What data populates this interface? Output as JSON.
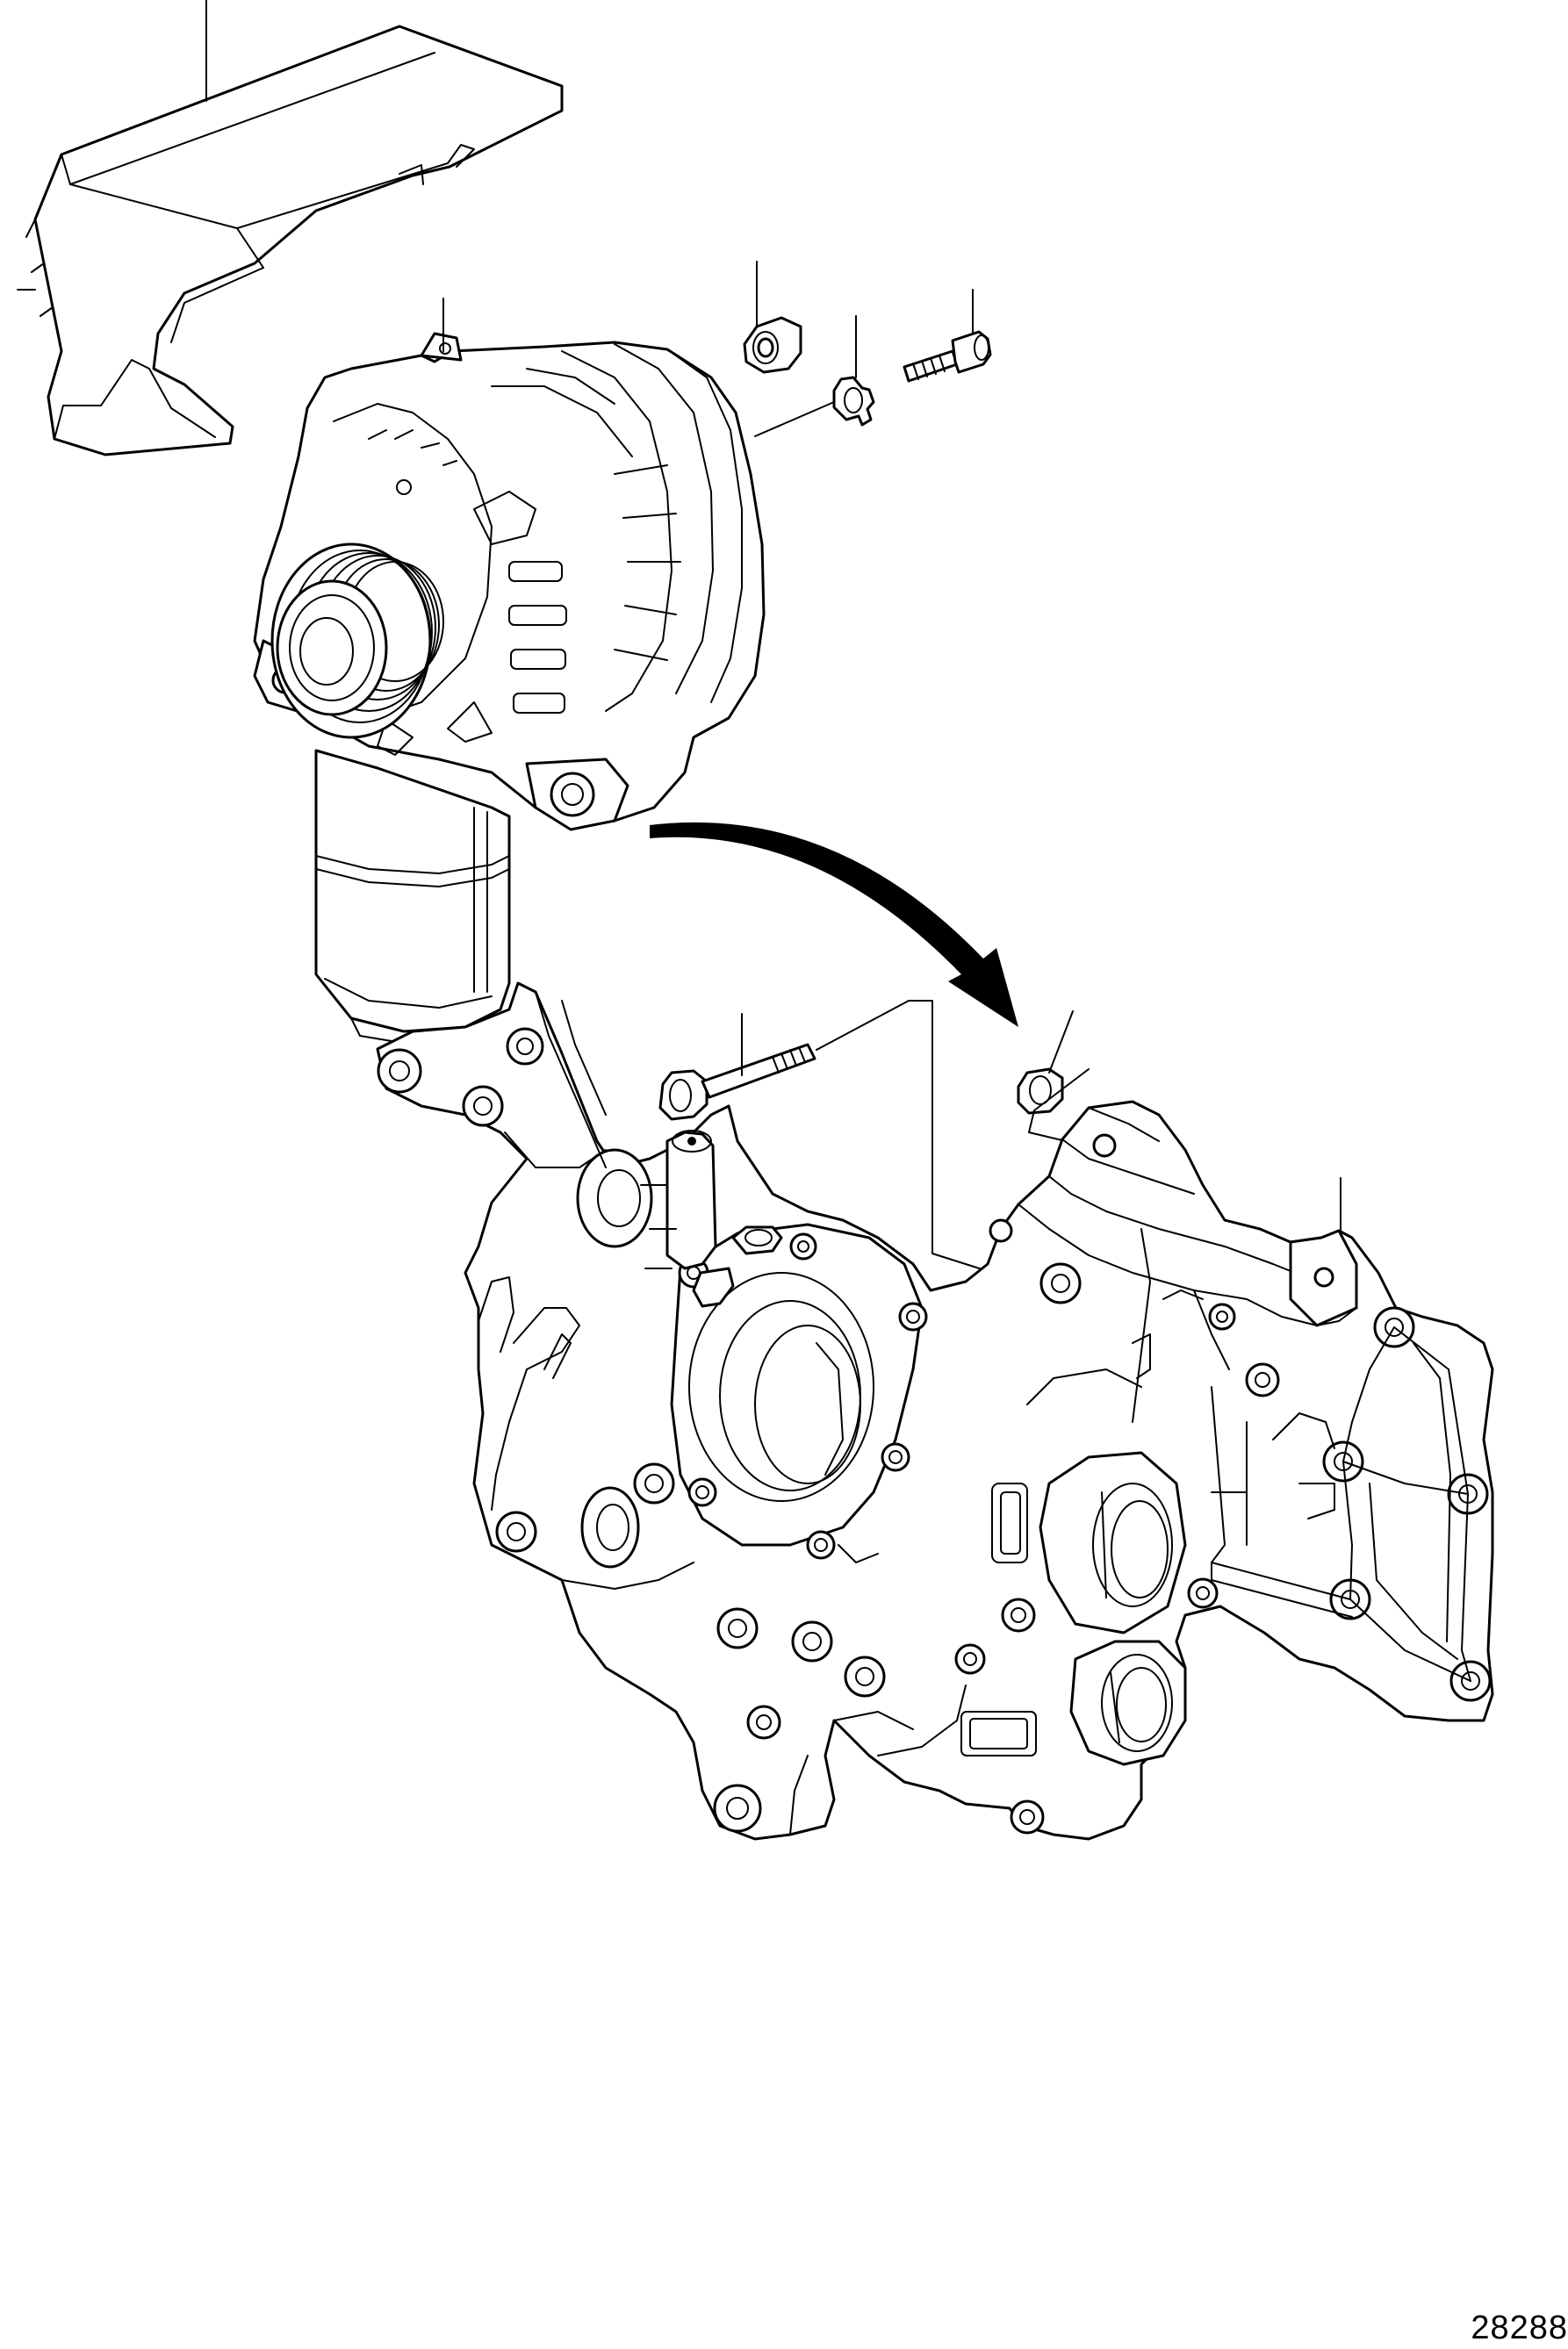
{
  "figure": {
    "number": "28288"
  },
  "parts": [
    {
      "id": "heat-shield",
      "icon": "heat-shield-icon"
    },
    {
      "id": "alternator",
      "icon": "alternator-icon"
    },
    {
      "id": "flange-nut",
      "icon": "nut-icon"
    },
    {
      "id": "lock-washer",
      "icon": "washer-icon"
    },
    {
      "id": "screw",
      "icon": "screw-icon"
    },
    {
      "id": "flange-bolt",
      "icon": "bolt-icon"
    },
    {
      "id": "spacer-sleeve",
      "icon": "sleeve-icon"
    },
    {
      "id": "timing-cover-bracket",
      "icon": "bracket-icon"
    },
    {
      "id": "oil-filter",
      "icon": "oil-filter-icon"
    }
  ],
  "colors": {
    "line": "#000000",
    "background": "#ffffff"
  }
}
